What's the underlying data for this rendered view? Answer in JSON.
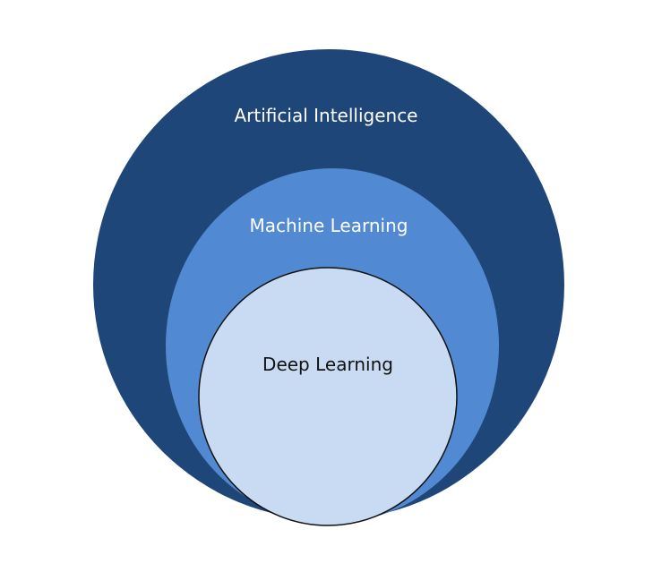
{
  "diagram": {
    "levels": [
      {
        "label": "Artificial Intelligence",
        "fill": "#1f4679",
        "text_color": "#ffffff",
        "stroke": "none"
      },
      {
        "label": "Machine Learning",
        "fill": "#5189d2",
        "text_color": "#ffffff",
        "stroke": "none"
      },
      {
        "label": "Deep Learning",
        "fill": "#c9dbf2",
        "text_color": "#111111",
        "stroke": "#111111"
      }
    ]
  }
}
